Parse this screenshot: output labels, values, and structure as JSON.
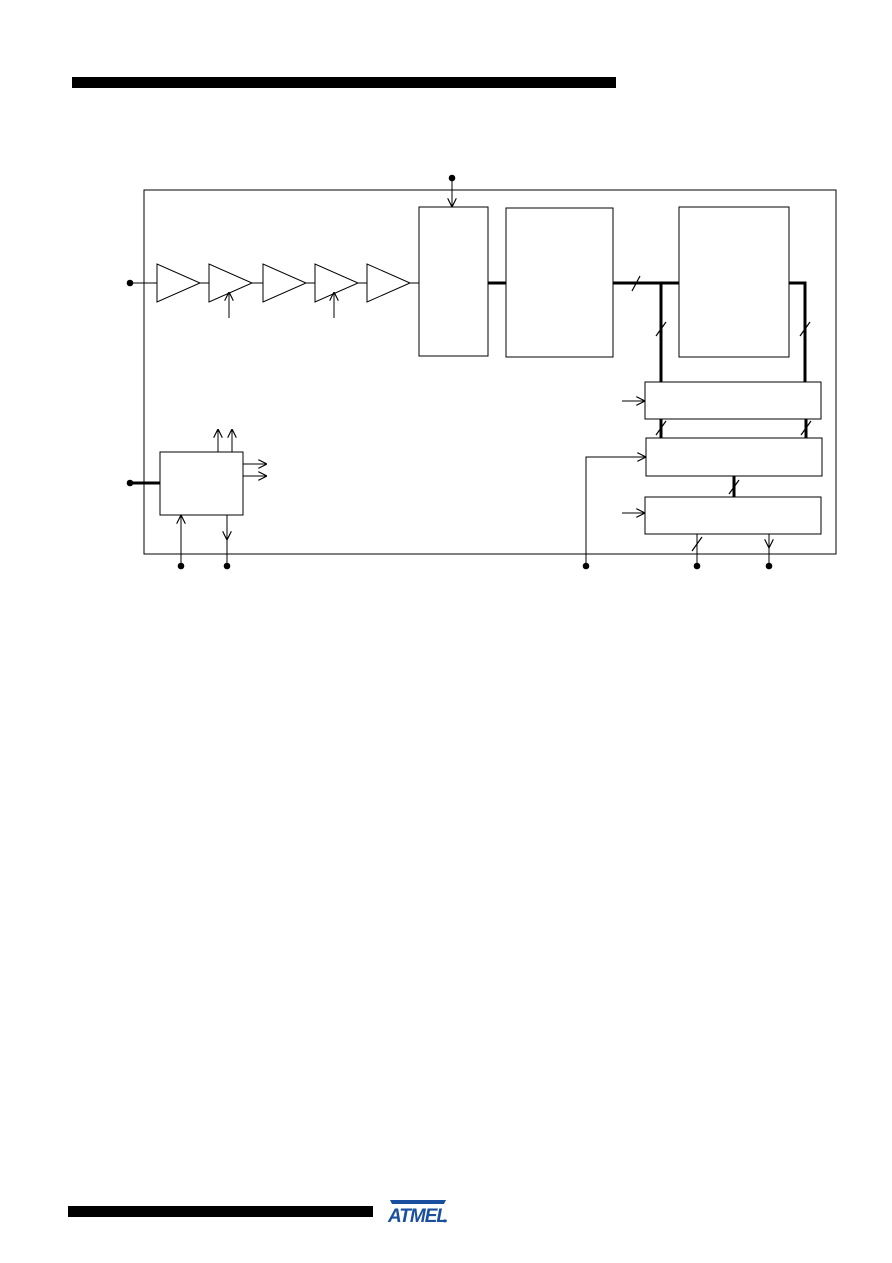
{
  "header": {
    "rule": "header-rule"
  },
  "footer": {
    "rule": "footer-rule"
  },
  "logo": {
    "text": "ATMEL",
    "registered": "®",
    "color": "#1a4fa0"
  },
  "diagram": {
    "amplifier_chain": {
      "stages": 5,
      "gain_controlled_stages": [
        2,
        4
      ]
    }
  }
}
